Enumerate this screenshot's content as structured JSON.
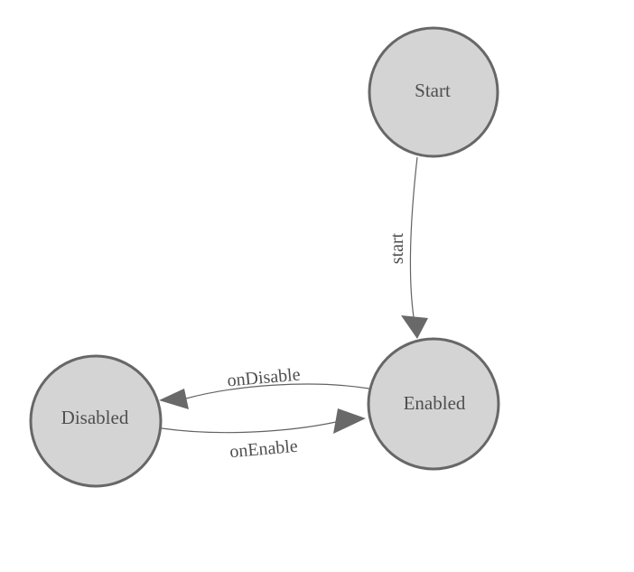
{
  "diagram": {
    "type": "state-machine",
    "background": "#ffffff",
    "nodes": [
      {
        "id": "start",
        "label": "Start"
      },
      {
        "id": "enabled",
        "label": "Enabled"
      },
      {
        "id": "disabled",
        "label": "Disabled"
      }
    ],
    "edges": [
      {
        "from": "start",
        "to": "enabled",
        "label": "start"
      },
      {
        "from": "enabled",
        "to": "disabled",
        "label": "onDisable"
      },
      {
        "from": "disabled",
        "to": "enabled",
        "label": "onEnable"
      }
    ],
    "colors": {
      "node_fill": "#d4d4d4",
      "node_stroke": "#676767",
      "edge_stroke": "#636363",
      "arrow_fill": "#696969",
      "label_text": "#4f4f4f"
    }
  }
}
